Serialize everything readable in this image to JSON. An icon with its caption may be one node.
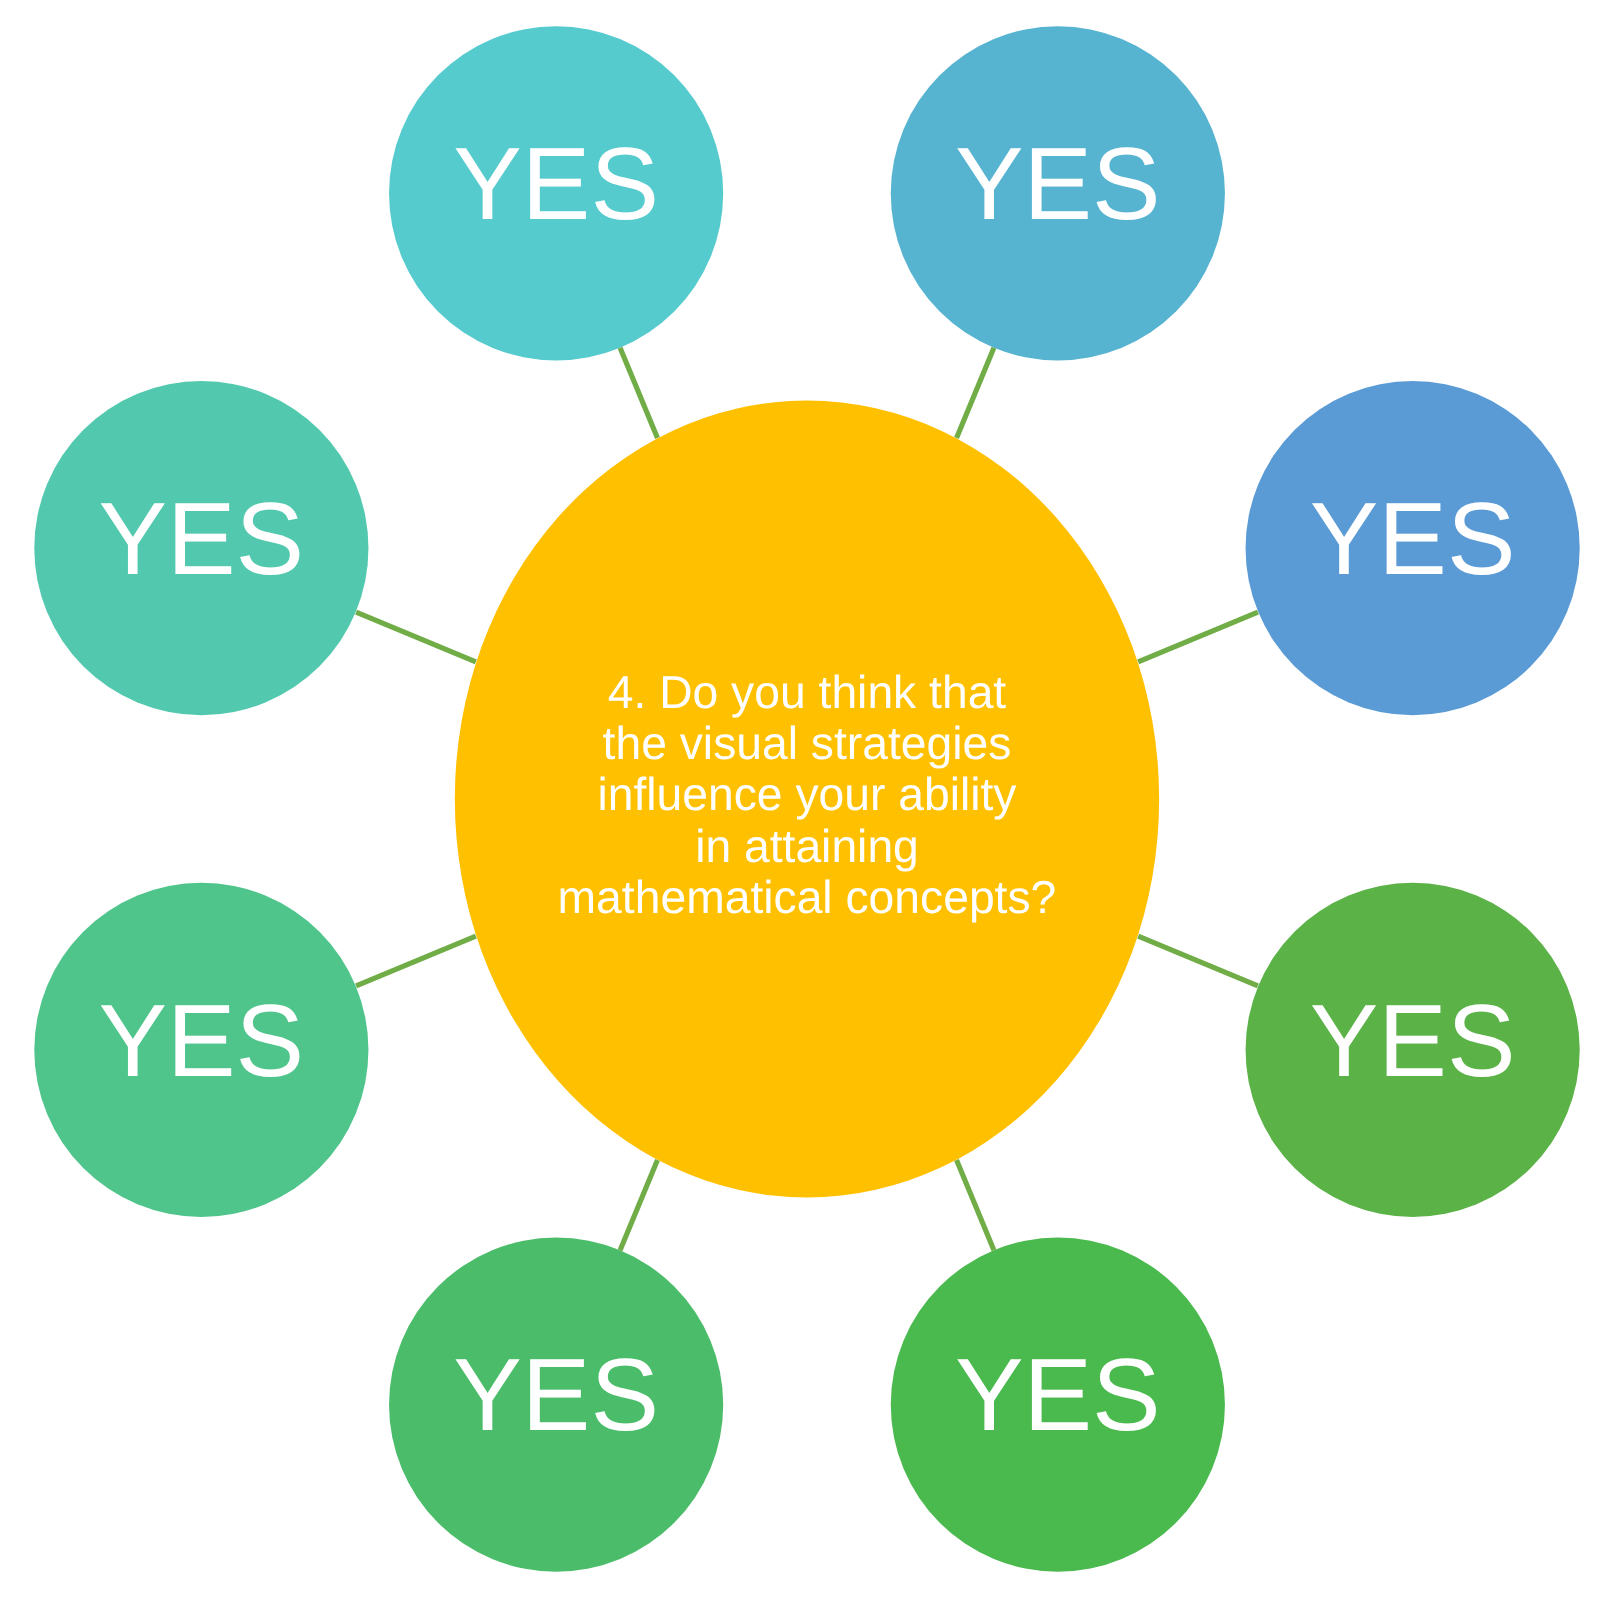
{
  "diagram": {
    "nodes": [
      {
        "text": [
          "4. Do you think that the visual strategies influence your ability in attaining mathematical concepts?"
        ]
      },
      {
        "text": [
          "YES"
        ]
      },
      {
        "text": [
          "YES"
        ]
      },
      {
        "text": [
          "YES"
        ]
      },
      {
        "text": [
          "YES"
        ]
      },
      {
        "text": [
          "YES"
        ]
      },
      {
        "text": [
          "YES"
        ]
      },
      {
        "text": [
          "YES"
        ]
      },
      {
        "text": [
          "YES"
        ]
      }
    ],
    "edges": [
      {
        "from": 0,
        "to": 1,
        "arrow": "none"
      },
      {
        "from": 0,
        "to": 2,
        "arrow": "none"
      },
      {
        "from": 0,
        "to": 3,
        "arrow": "none"
      },
      {
        "from": 0,
        "to": 4,
        "arrow": "none"
      },
      {
        "from": 0,
        "to": 5,
        "arrow": "none"
      },
      {
        "from": 0,
        "to": 6,
        "arrow": "none"
      },
      {
        "from": 0,
        "to": 7,
        "arrow": "none"
      },
      {
        "from": 0,
        "to": 8,
        "arrow": "none"
      }
    ]
  }
}
